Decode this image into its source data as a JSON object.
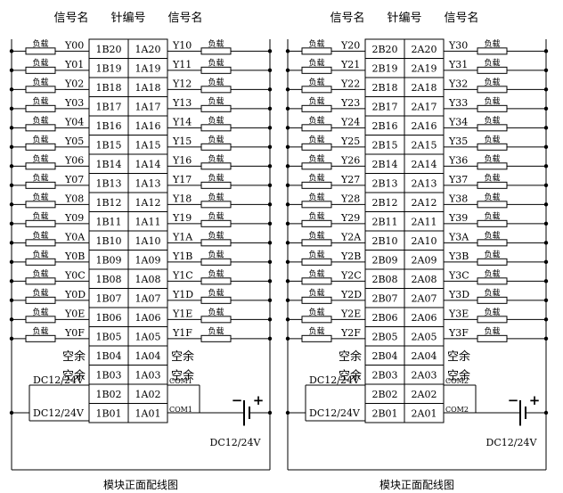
{
  "headers": {
    "signal": "信号名",
    "pin": "针编号"
  },
  "load_label": "负载",
  "spare_label": "空余",
  "dc_label": "DC12/24V",
  "plus": "+",
  "minus": "−",
  "modules": [
    {
      "caption": "模块正面配线图",
      "left_signals": [
        "Y00",
        "Y01",
        "Y02",
        "Y03",
        "Y04",
        "Y05",
        "Y06",
        "Y07",
        "Y08",
        "Y09",
        "Y0A",
        "Y0B",
        "Y0C",
        "Y0D",
        "Y0E",
        "Y0F"
      ],
      "right_signals": [
        "Y10",
        "Y11",
        "Y12",
        "Y13",
        "Y14",
        "Y15",
        "Y16",
        "Y17",
        "Y18",
        "Y19",
        "Y1A",
        "Y1B",
        "Y1C",
        "Y1D",
        "Y1E",
        "Y1F"
      ],
      "left_pins": [
        "1B20",
        "1B19",
        "1B18",
        "1B17",
        "1B16",
        "1B15",
        "1B14",
        "1B13",
        "1B12",
        "1B11",
        "1B10",
        "1B09",
        "1B08",
        "1B07",
        "1B06",
        "1B05",
        "1B04",
        "1B03",
        "1B02",
        "1B01"
      ],
      "right_pins": [
        "1A20",
        "1A19",
        "1A18",
        "1A17",
        "1A16",
        "1A15",
        "1A14",
        "1A13",
        "1A12",
        "1A11",
        "1A10",
        "1A09",
        "1A08",
        "1A07",
        "1A06",
        "1A05",
        "1A04",
        "1A03",
        "1A02",
        "1A01"
      ],
      "com_labels": [
        "COM1",
        "COM1"
      ]
    },
    {
      "caption": "模块正面配线图",
      "left_signals": [
        "Y20",
        "Y21",
        "Y22",
        "Y23",
        "Y24",
        "Y25",
        "Y26",
        "Y27",
        "Y28",
        "Y29",
        "Y2A",
        "Y2B",
        "Y2C",
        "Y2D",
        "Y2E",
        "Y2F"
      ],
      "right_signals": [
        "Y30",
        "Y31",
        "Y32",
        "Y33",
        "Y34",
        "Y35",
        "Y36",
        "Y37",
        "Y38",
        "Y39",
        "Y3A",
        "Y3B",
        "Y3C",
        "Y3D",
        "Y3E",
        "Y3F"
      ],
      "left_pins": [
        "2B20",
        "2B19",
        "2B18",
        "2B17",
        "2B16",
        "2B15",
        "2B14",
        "2B13",
        "2B12",
        "2B11",
        "2B10",
        "2B09",
        "2B08",
        "2B07",
        "2B06",
        "2B05",
        "2B04",
        "2B03",
        "2B02",
        "2B01"
      ],
      "right_pins": [
        "2A20",
        "2A19",
        "2A18",
        "2A17",
        "2A16",
        "2A15",
        "2A14",
        "2A13",
        "2A12",
        "2A11",
        "2A10",
        "2A09",
        "2A08",
        "2A07",
        "2A06",
        "2A05",
        "2A04",
        "2A03",
        "2A02",
        "2A01"
      ],
      "com_labels": [
        "COM2",
        "COM2"
      ]
    }
  ]
}
